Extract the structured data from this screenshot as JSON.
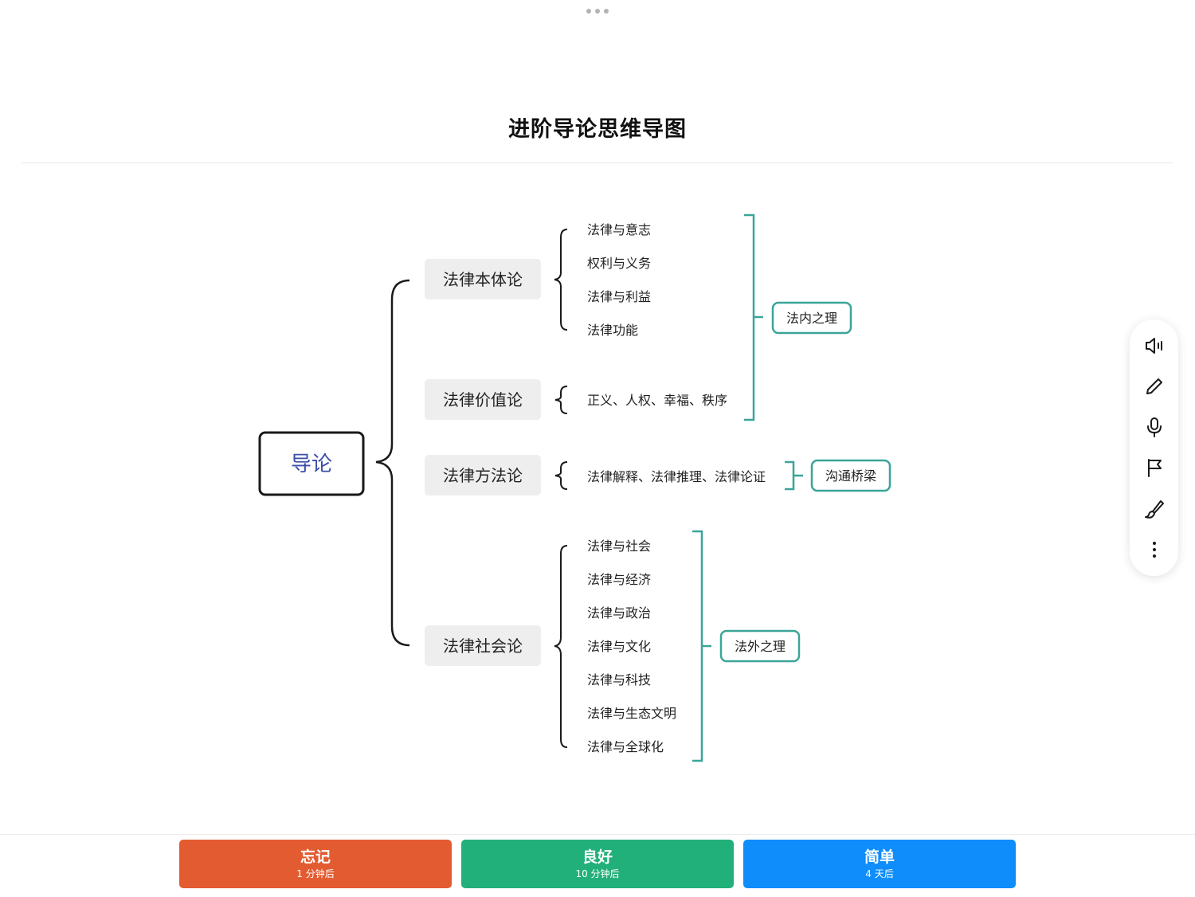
{
  "card": {
    "title": "进阶导论思维导图"
  },
  "mindmap": {
    "root": "导论",
    "branches": [
      {
        "label": "法律本体论",
        "items": [
          "法律与意志",
          "权利与义务",
          "法律与利益",
          "法律功能"
        ]
      },
      {
        "label": "法律价值论",
        "items": [
          "正义、人权、幸福、秩序"
        ]
      },
      {
        "label": "法律方法论",
        "items": [
          "法律解释、法律推理、法律论证"
        ]
      },
      {
        "label": "法律社会论",
        "items": [
          "法律与社会",
          "法律与经济",
          "法律与政治",
          "法律与文化",
          "法律与科技",
          "法律与生态文明",
          "法律与全球化"
        ]
      }
    ],
    "groups": [
      "法内之理",
      "沟通桥梁",
      "法外之理"
    ],
    "colors": {
      "root_text": "#3b4fa8",
      "accent": "#3aa597",
      "branch_bg": "#eeeeee"
    }
  },
  "toolbar": {
    "icons": [
      "speaker-icon",
      "pencil-icon",
      "microphone-icon",
      "flag-icon",
      "brush-icon",
      "more-vertical-icon"
    ]
  },
  "answers": [
    {
      "label": "忘记",
      "sub": "1 分钟后",
      "color": "#e35b31"
    },
    {
      "label": "良好",
      "sub": "10 分钟后",
      "color": "#22b07a"
    },
    {
      "label": "简单",
      "sub": "4 天后",
      "color": "#0f8dfb"
    }
  ]
}
